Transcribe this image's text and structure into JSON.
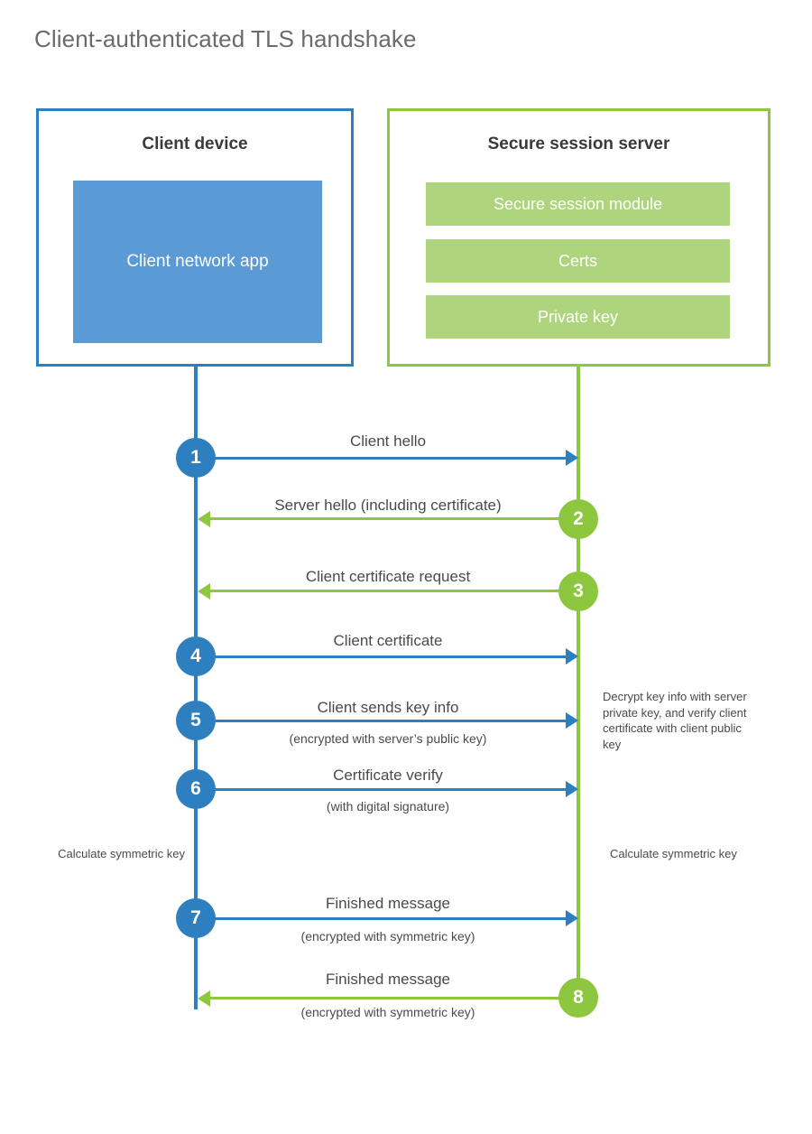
{
  "title": "Client-authenticated TLS handshake",
  "colors": {
    "client_blue": "#2E7FC0",
    "client_app_fill": "#5B9BD5",
    "server_green": "#8DC63F",
    "server_bar_fill": "#AED47E",
    "text_gray": "#4a4a4a",
    "title_gray": "#6b6b6b"
  },
  "participants": {
    "client": {
      "title": "Client device",
      "app_label": "Client network app"
    },
    "server": {
      "title": "Secure session server",
      "components": [
        "Secure session module",
        "Certs",
        "Private key"
      ]
    }
  },
  "messages": [
    {
      "step": "1",
      "label": "Client hello",
      "sublabel": "",
      "direction": "client-to-server",
      "color": "#2E7FC0"
    },
    {
      "step": "2",
      "label": "Server hello (including certificate)",
      "sublabel": "",
      "direction": "server-to-client",
      "color": "#8DC63F"
    },
    {
      "step": "3",
      "label": "Client certificate request",
      "sublabel": "",
      "direction": "server-to-client",
      "color": "#8DC63F"
    },
    {
      "step": "4",
      "label": "Client certificate",
      "sublabel": "",
      "direction": "client-to-server",
      "color": "#2E7FC0"
    },
    {
      "step": "5",
      "label": "Client sends key info",
      "sublabel": "(encrypted with server’s public key)",
      "direction": "client-to-server",
      "color": "#2E7FC0"
    },
    {
      "step": "6",
      "label": "Certificate verify",
      "sublabel": "(with digital signature)",
      "direction": "client-to-server",
      "color": "#2E7FC0"
    },
    {
      "step": "7",
      "label": "Finished message",
      "sublabel": "(encrypted with symmetric key)",
      "direction": "client-to-server",
      "color": "#2E7FC0"
    },
    {
      "step": "8",
      "label": "Finished message",
      "sublabel": "(encrypted with symmetric key)",
      "direction": "server-to-client",
      "color": "#8DC63F"
    }
  ],
  "notes": {
    "server_decrypt": "Decrypt key info with server private key, and verify client certificate with client public key",
    "client_calculate": "Calculate symmetric key",
    "server_calculate": "Calculate symmetric key"
  }
}
